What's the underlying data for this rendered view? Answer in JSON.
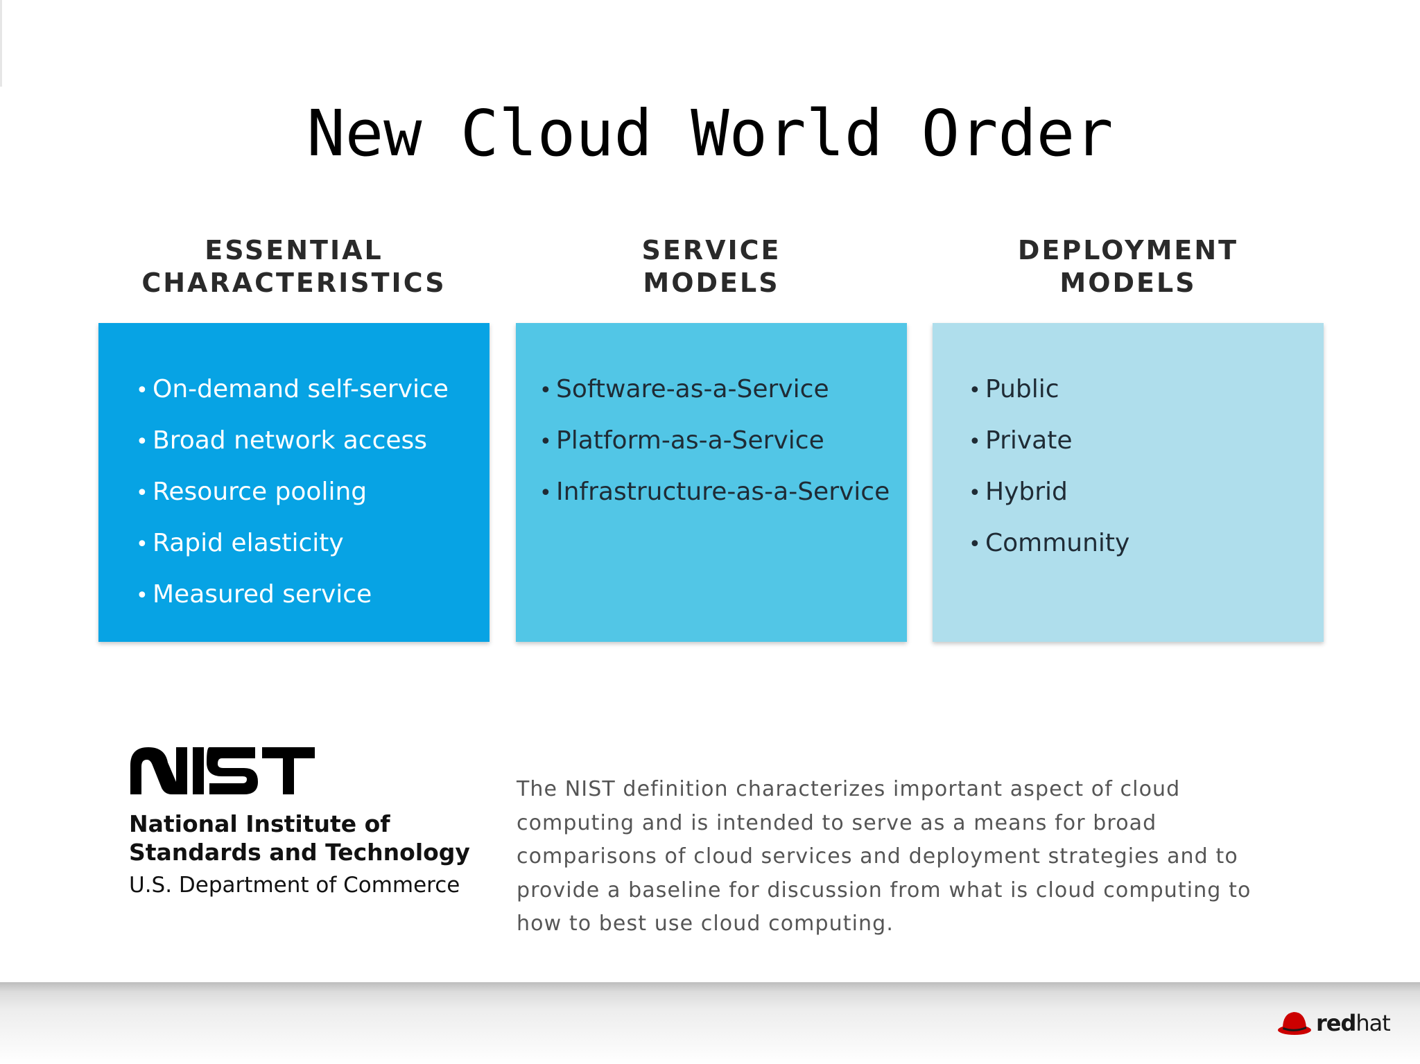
{
  "title": "New Cloud World Order",
  "columns": [
    {
      "heading": [
        "ESSENTIAL",
        "CHARACTERISTICS"
      ],
      "items": [
        "On-demand self-service",
        "Broad network access",
        "Resource pooling",
        "Rapid elasticity",
        "Measured service"
      ],
      "color": "#07a3e4"
    },
    {
      "heading": [
        "SERVICE",
        "MODELS"
      ],
      "items": [
        "Software-as-a-Service",
        "Platform-as-a-Service",
        "Infrastructure-as-a-Service"
      ],
      "color": "#52c6e6"
    },
    {
      "heading": [
        "DEPLOYMENT",
        "MODELS"
      ],
      "items": [
        "Public",
        "Private",
        "Hybrid",
        "Community"
      ],
      "color": "#afdeec"
    }
  ],
  "bullet": "•",
  "nist": {
    "logo": "NIST",
    "name_line1": "National Institute of",
    "name_line2": "Standards and Technology",
    "department": "U.S. Department of Commerce"
  },
  "description": "The NIST definition characterizes important aspect of cloud computing and is intended to serve as a means for broad comparisons of cloud services and deployment strategies and to provide a baseline for discussion from what is cloud computing to how to best use cloud computing.",
  "brand": {
    "name_bold": "red",
    "name_light": "hat",
    "icon": "red-hat-icon",
    "accent": "#cc0000"
  }
}
